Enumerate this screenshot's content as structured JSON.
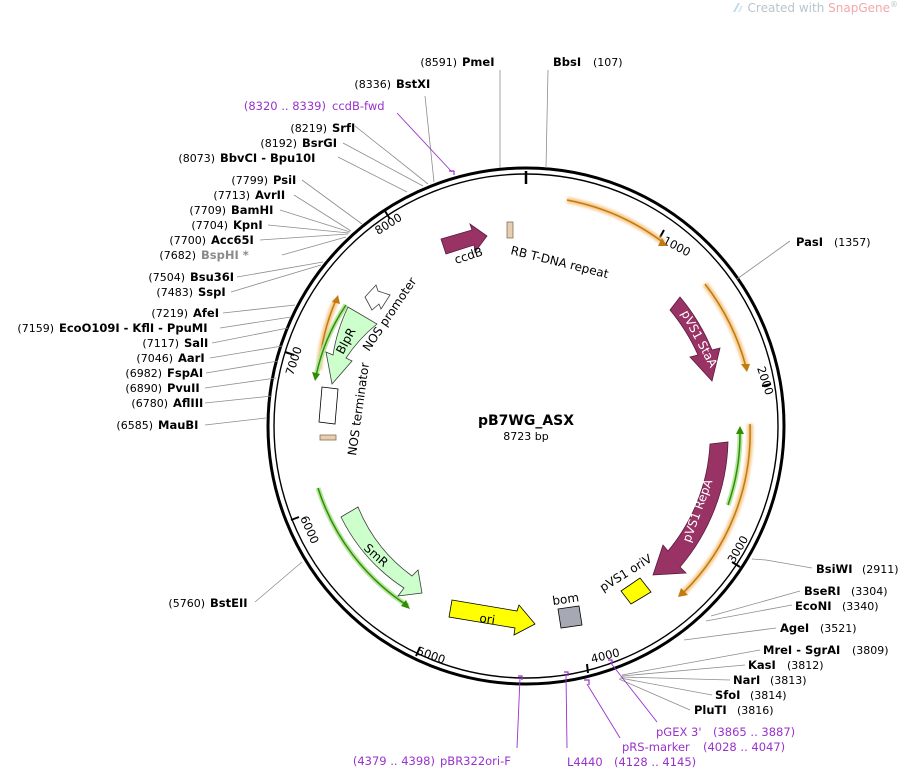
{
  "watermark": {
    "prefix": "Created with ",
    "brand": "SnapGene",
    "mark": "®"
  },
  "plasmid": {
    "name": "pB7WG_ASX",
    "length": "8723 bp"
  },
  "ticks": [
    "1000",
    "2000",
    "3000",
    "4000",
    "5000",
    "6000",
    "7000",
    "8000"
  ],
  "sites_right": [
    {
      "name": "BbsI",
      "pos": "(107)"
    },
    {
      "name": "PasI",
      "pos": "(1357)"
    },
    {
      "name": "BsiWI",
      "pos": "(2911)"
    },
    {
      "name": "BseRI",
      "pos": "(3304)"
    },
    {
      "name": "EcoNI",
      "pos": "(3340)"
    },
    {
      "name": "AgeI",
      "pos": "(3521)"
    },
    {
      "name": "MreI - SgrAI",
      "pos": "(3809)"
    },
    {
      "name": "KasI",
      "pos": "(3812)"
    },
    {
      "name": "NarI",
      "pos": "(3813)"
    },
    {
      "name": "SfoI",
      "pos": "(3814)"
    },
    {
      "name": "PluTI",
      "pos": "(3816)"
    }
  ],
  "sites_left": [
    {
      "name": "PmeI",
      "pos": "(8591)"
    },
    {
      "name": "BstXI",
      "pos": "(8336)"
    },
    {
      "name": "SrfI",
      "pos": "(8219)"
    },
    {
      "name": "BsrGI",
      "pos": "(8192)"
    },
    {
      "name": "BbvCI - Bpu10I",
      "pos": "(8073)"
    },
    {
      "name": "PsiI",
      "pos": "(7799)"
    },
    {
      "name": "AvrII",
      "pos": "(7713)"
    },
    {
      "name": "BamHI",
      "pos": "(7709)"
    },
    {
      "name": "KpnI",
      "pos": "(7704)"
    },
    {
      "name": "Acc65I",
      "pos": "(7700)"
    },
    {
      "name": "BspHI *",
      "pos": "(7682)"
    },
    {
      "name": "Bsu36I",
      "pos": "(7504)"
    },
    {
      "name": "SspI",
      "pos": "(7483)"
    },
    {
      "name": "AfeI",
      "pos": "(7219)"
    },
    {
      "name": "EcoO109I - KflI - PpuMI",
      "pos": "(7159)"
    },
    {
      "name": "SalI",
      "pos": "(7117)"
    },
    {
      "name": "AarI",
      "pos": "(7046)"
    },
    {
      "name": "FspAI",
      "pos": "(6982)"
    },
    {
      "name": "PvuII",
      "pos": "(6890)"
    },
    {
      "name": "AflIII",
      "pos": "(6780)"
    },
    {
      "name": "MauBI",
      "pos": "(6585)"
    },
    {
      "name": "BstEII",
      "pos": "(5760)"
    }
  ],
  "primers": [
    {
      "name": "ccdB-fwd",
      "range": "(8320 .. 8339)"
    },
    {
      "name": "pGEX 3'",
      "range": "(3865 .. 3887)"
    },
    {
      "name": "pRS-marker",
      "range": "(4028 .. 4047)"
    },
    {
      "name": "L4440",
      "range": "(4128 .. 4145)"
    },
    {
      "name": "pBR322ori-F",
      "range": "(4379 .. 4398)"
    }
  ],
  "features": [
    {
      "name": "ccdB",
      "color": "#993366"
    },
    {
      "name": "RB T-DNA repeat",
      "color": "#e5cfb3"
    },
    {
      "name": "pVS1 StaA",
      "color": "#993366"
    },
    {
      "name": "pVS1 RepA",
      "color": "#993366"
    },
    {
      "name": "pVS1 oriV",
      "color": "#ffff00"
    },
    {
      "name": "bom",
      "color": "#a6a8b4"
    },
    {
      "name": "ori",
      "color": "#ffff00"
    },
    {
      "name": "SmR",
      "color": "#ccffcc"
    },
    {
      "name": "NOS terminator",
      "color": "#ffffff"
    },
    {
      "name": "BlpR",
      "color": "#ccffcc"
    },
    {
      "name": "NOS promoter",
      "color": "#ffffff"
    }
  ],
  "colors": {
    "orf_orange": "#f0a030",
    "orf_green": "#33aa00",
    "primer_purple": "#9932cc"
  }
}
